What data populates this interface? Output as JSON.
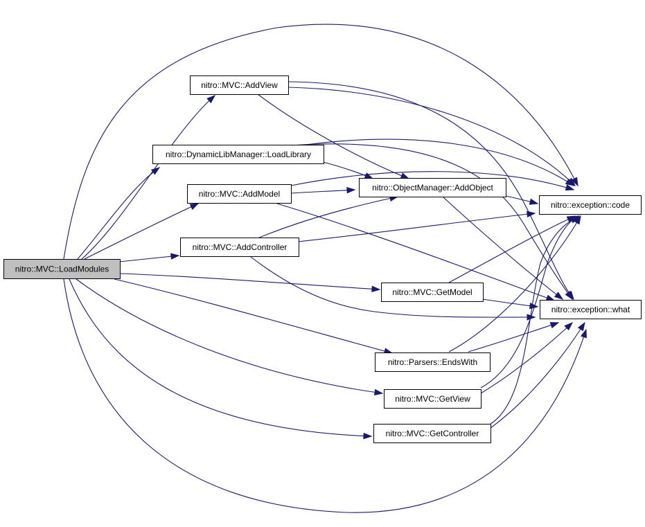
{
  "diagram": {
    "edge_color": "#191970",
    "root_fill": "#bfbfbf",
    "nodes": {
      "loadmodules": "nitro::MVC::LoadModules",
      "addview": "nitro::MVC::AddView",
      "loadlibrary": "nitro::DynamicLibManager::LoadLibrary",
      "addmodel": "nitro::MVC::AddModel",
      "addcontroller": "nitro::MVC::AddController",
      "addobject": "nitro::ObjectManager::AddObject",
      "code": "nitro::exception::code",
      "what": "nitro::exception::what",
      "getmodel": "nitro::MVC::GetModel",
      "endswith": "nitro::Parsers::EndsWith",
      "getview": "nitro::MVC::GetView",
      "getcontroller": "nitro::MVC::GetController"
    }
  }
}
